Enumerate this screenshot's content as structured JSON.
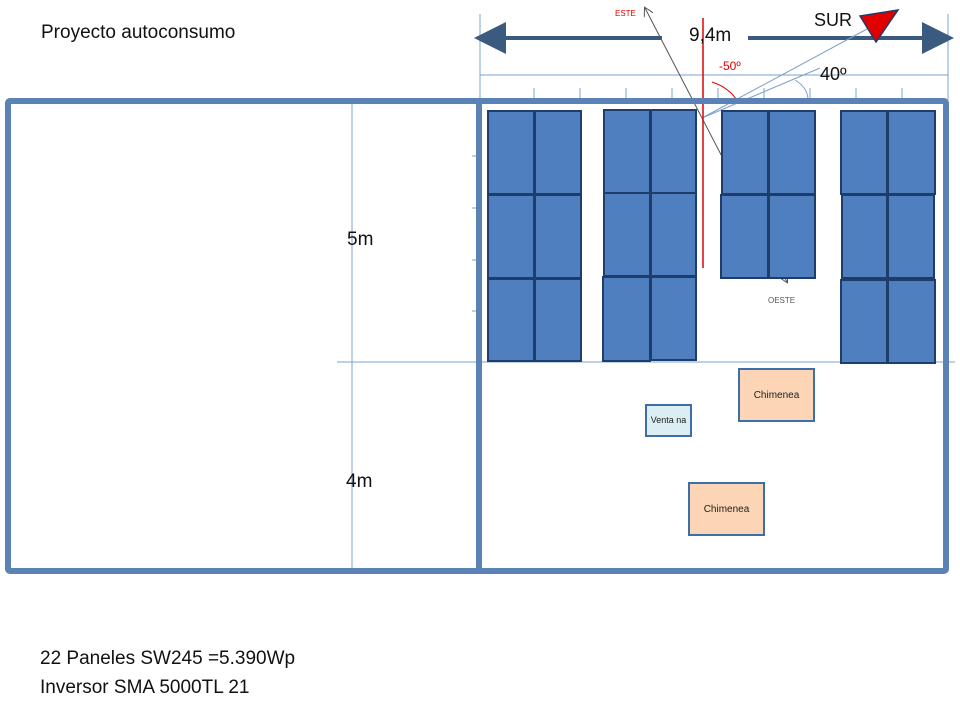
{
  "title": "Proyecto autoconsumo",
  "dimensions": {
    "width": "9,4m",
    "height_top": "5m",
    "height_bottom": "4m"
  },
  "orientation": {
    "south": "SUR",
    "east": "ESTE",
    "west": "OESTE",
    "tilt": "40º",
    "azimuth": "-50º"
  },
  "obstacles": {
    "chimney1": "Chimenea",
    "chimney2": "Chimenea",
    "window": "Venta na"
  },
  "footer": {
    "panels": "22 Paneles SW245 =5.390Wp",
    "inverter": "Inversor SMA 5000TL 21"
  },
  "colors": {
    "panel": "#4f7fbf",
    "panel_border": "#1f3d6b",
    "roof_outline": "#5b82b4",
    "chimney": "#fbd5b5",
    "window": "#dbeef4",
    "marker": "#e00000"
  }
}
